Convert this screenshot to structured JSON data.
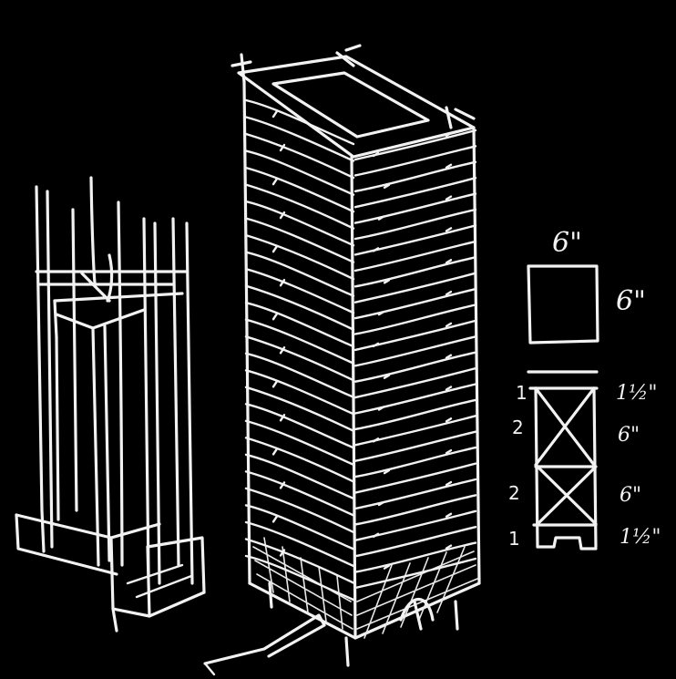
{
  "section_top": {
    "width_label": "6\"",
    "height_label": "6\""
  },
  "section_stack": {
    "counts": [
      "1",
      "2",
      "2",
      "1"
    ],
    "dims": [
      "1½\"",
      "6\"",
      "6\"",
      "1½\""
    ]
  },
  "colors": {
    "background": "#000000",
    "ink": "#f2f2f2"
  }
}
